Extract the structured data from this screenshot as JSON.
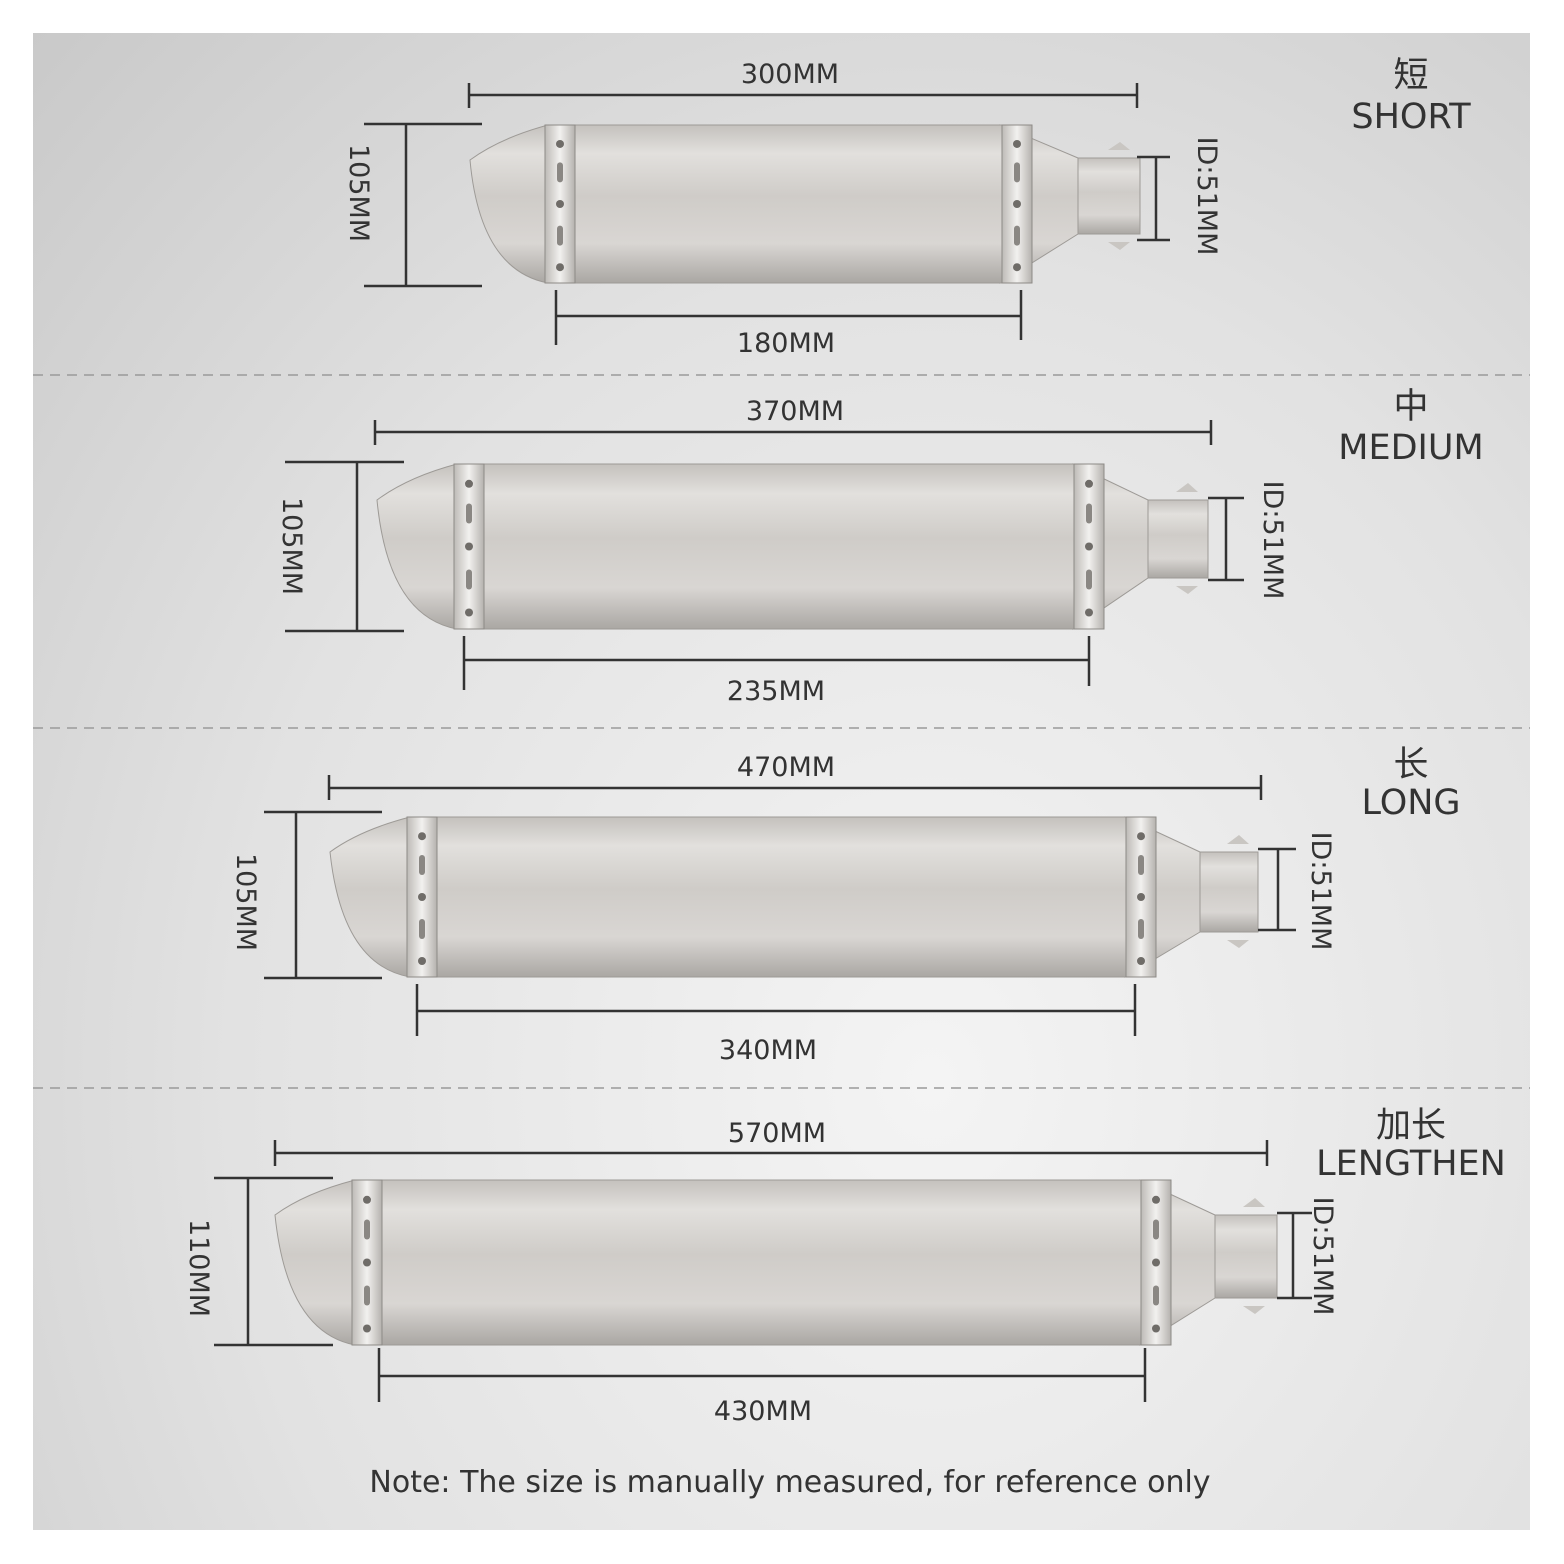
{
  "sections": [
    {
      "cn": "短",
      "en": "SHORT",
      "total": "300MM",
      "body": "180MM",
      "height": "105MM",
      "id": "ID:51MM"
    },
    {
      "cn": "中",
      "en": "MEDIUM",
      "total": "370MM",
      "body": "235MM",
      "height": "105MM",
      "id": "ID:51MM"
    },
    {
      "cn": "长",
      "en": "LONG",
      "total": "470MM",
      "body": "340MM",
      "height": "105MM",
      "id": "ID:51MM"
    },
    {
      "cn": "加长",
      "en": "LENGTHEN",
      "total": "570MM",
      "body": "430MM",
      "height": "110MM",
      "id": "ID:51MM"
    }
  ],
  "note": "Note: The size is manually measured, for reference only",
  "colors": {
    "line": "#333333",
    "metal_light": "#dcdad7",
    "metal_dark": "#a8a5a1",
    "divider": "#9a9a9a"
  }
}
